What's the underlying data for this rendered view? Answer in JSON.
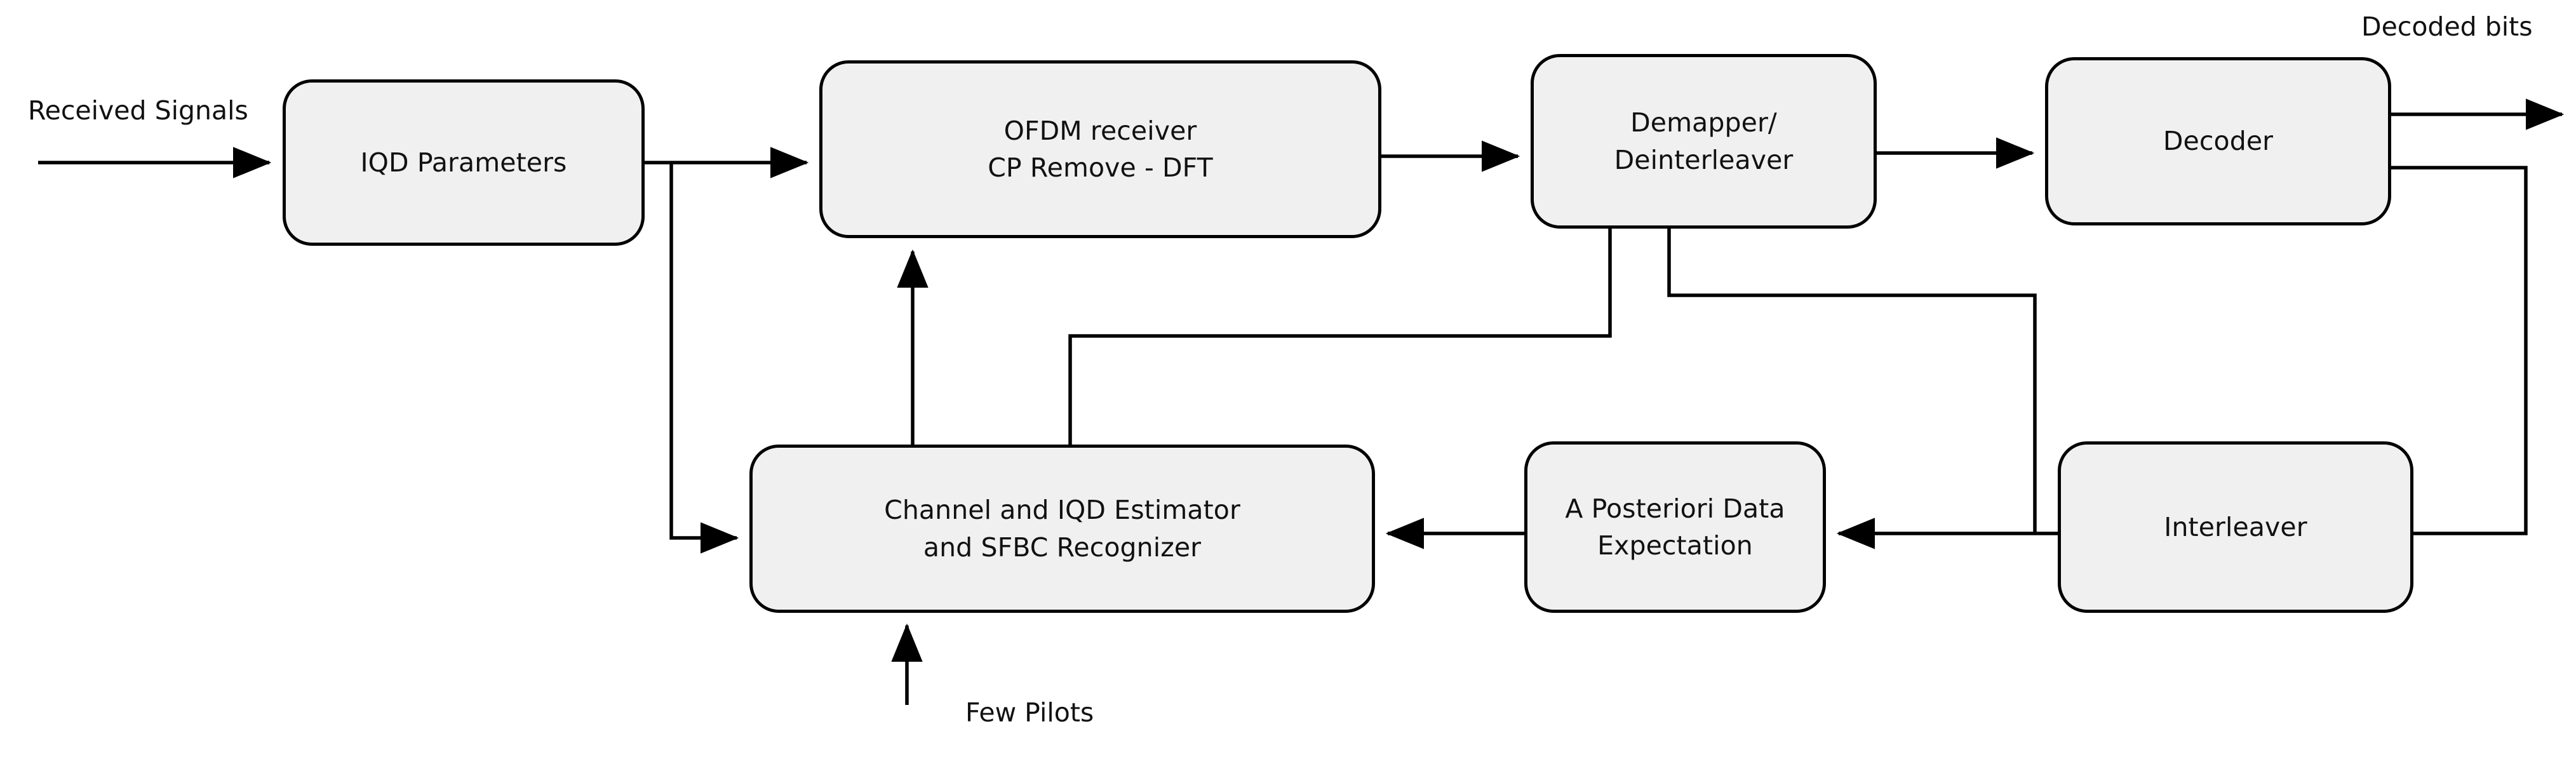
{
  "diagram": {
    "title": "Iterative OFDM receiver with IQ imbalance and distortion compensation",
    "background_color": "#ffffff",
    "block_fill": "#f0f0f0",
    "block_stroke": "#000000",
    "text_color": "#111111",
    "blocks": [
      {
        "id": "iqd-parameters",
        "label": "IQD Parameters"
      },
      {
        "id": "ofdm-receiver",
        "label": "OFDM receiver\nCP Remove - DFT"
      },
      {
        "id": "demapper-deinterleaver",
        "label": "Demapper/\nDeinterleaver"
      },
      {
        "id": "decoder",
        "label": "Decoder"
      },
      {
        "id": "channel-iqd-estimator",
        "label": "Channel and IQD Estimator\nand SFBC Recognizer"
      },
      {
        "id": "a-posteriori-data-expectation",
        "label": "A Posteriori Data\nExpectation"
      },
      {
        "id": "interleaver",
        "label": "Interleaver"
      }
    ],
    "edge_labels": [
      {
        "id": "received-signals",
        "label": "Received Signals"
      },
      {
        "id": "decoded-bits",
        "label": "Decoded bits"
      },
      {
        "id": "few-pilots",
        "label": "Few Pilots"
      }
    ],
    "connections": [
      {
        "from": "received-signals",
        "to": "iqd-parameters",
        "arrow": true
      },
      {
        "from": "iqd-parameters",
        "to": "ofdm-receiver",
        "arrow": true
      },
      {
        "from": "iqd-parameters",
        "to": "channel-iqd-estimator",
        "arrow": true
      },
      {
        "from": "ofdm-receiver",
        "to": "demapper-deinterleaver",
        "arrow": true
      },
      {
        "from": "demapper-deinterleaver",
        "to": "decoder",
        "arrow": true
      },
      {
        "from": "decoder",
        "to": "decoded-bits",
        "arrow": true
      },
      {
        "from": "decoder",
        "to": "interleaver",
        "arrow": false
      },
      {
        "from": "interleaver",
        "to": "a-posteriori-data-expectation",
        "arrow": true
      },
      {
        "from": "a-posteriori-data-expectation",
        "to": "channel-iqd-estimator",
        "arrow": true
      },
      {
        "from": "channel-iqd-estimator",
        "to": "ofdm-receiver",
        "arrow": true
      },
      {
        "from": "demapper-deinterleaver",
        "to": "channel-iqd-estimator",
        "arrow": false
      },
      {
        "from": "demapper-deinterleaver",
        "to": "interleaver",
        "arrow": false
      },
      {
        "from": "few-pilots",
        "to": "channel-iqd-estimator",
        "arrow": true
      }
    ]
  }
}
